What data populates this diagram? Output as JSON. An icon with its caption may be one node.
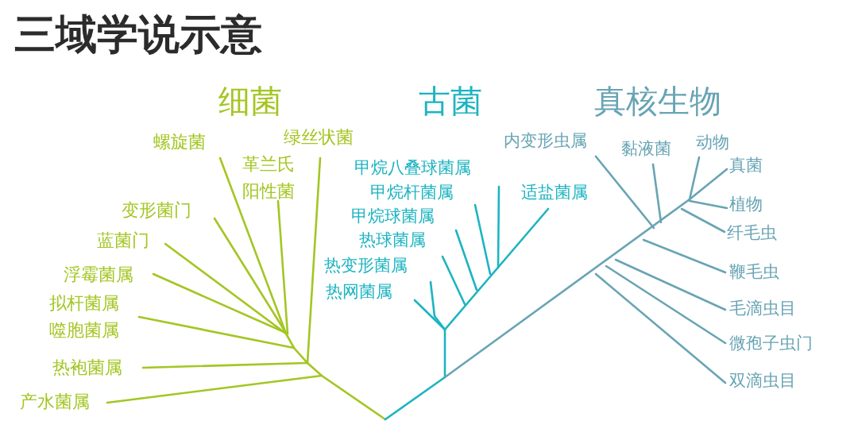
{
  "diagram": {
    "title": "三域学说示意",
    "labels": [
      "细菌",
      "古菌",
      "真核生物",
      "螺旋菌",
      "绿丝状菌",
      "革兰氏阳性菌",
      "变形菌门",
      "蓝菌门",
      "浮霉菌属",
      "拟杆菌属",
      "噬胞菌属",
      "热袍菌属",
      "产水菌属",
      "甲烷八叠球菌属",
      "甲烷杆菌属",
      "适盐菌属",
      "甲烷球菌属",
      "热球菌属",
      "热变形菌属",
      "热网菌属",
      "内变形虫属",
      "黏液菌",
      "动物",
      "真菌",
      "植物",
      "纤毛虫",
      "鞭毛虫",
      "毛滴虫目",
      "微孢子虫门",
      "双滴虫目"
    ]
  }
}
